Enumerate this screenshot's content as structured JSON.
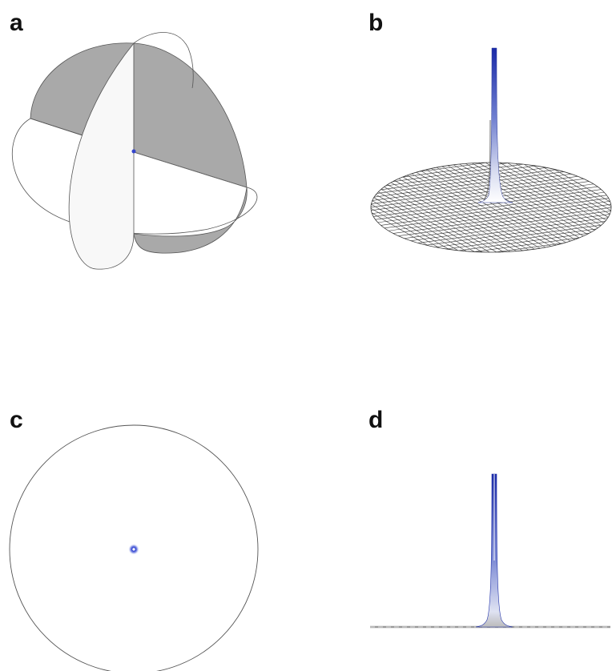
{
  "panels": {
    "a": {
      "label": "a"
    },
    "b": {
      "label": "b"
    },
    "c": {
      "label": "c"
    },
    "d": {
      "label": "d"
    }
  },
  "colors": {
    "plane_shade": "#a9a9a9",
    "plane_light": "#f8f8f8",
    "outline": "#555555",
    "peak_blue": "#2233bb",
    "mesh": "#333333"
  }
}
